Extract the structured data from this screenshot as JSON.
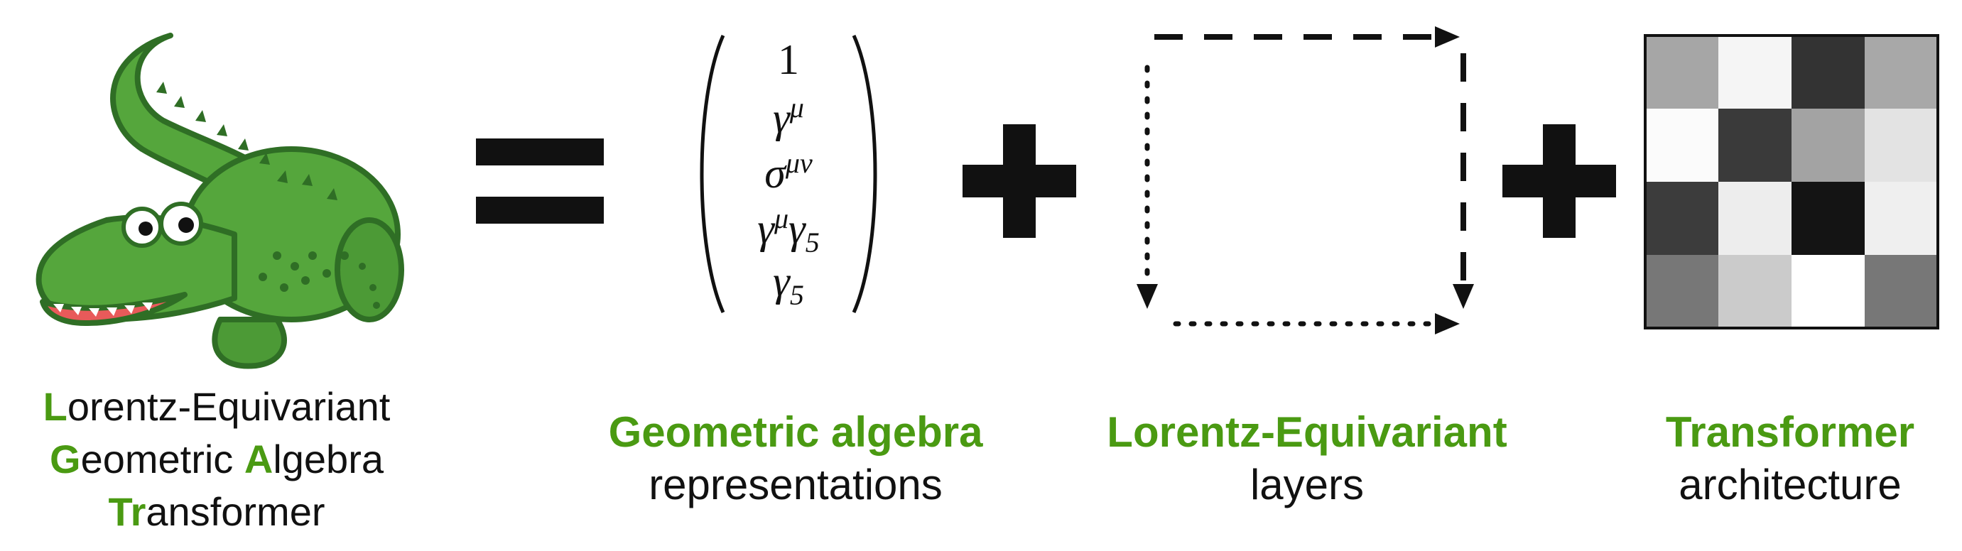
{
  "title": {
    "line1": {
      "initial": "L",
      "rest": "orentz-Equivariant"
    },
    "line2": {
      "initial1": "G",
      "mid": "eometric ",
      "initial2": "A",
      "rest": "lgebra"
    },
    "line3": {
      "initial": "Tr",
      "rest": "ansformer"
    }
  },
  "operators": {
    "equals": "=",
    "plus1": "+",
    "plus2": "+"
  },
  "matrix_entries": {
    "e1": "1",
    "e2_base": "γ",
    "e2_sup": "μ",
    "e3_base": "σ",
    "e3_sup": "μν",
    "e4_base1": "γ",
    "e4_sup": "μ",
    "e4_base2": "γ",
    "e4_sub": "5",
    "e5_base": "γ",
    "e5_sub": "5"
  },
  "captions": {
    "geom_green": "Geometric algebra",
    "geom_black": "representations",
    "lorentz_green": "Lorentz-Equivariant",
    "lorentz_black": "layers",
    "trans_green": "Transformer",
    "trans_black": "architecture"
  },
  "grid": {
    "cells": [
      [
        "#a6a6a6",
        "#f5f5f5",
        "#333333",
        "#a8a8a8"
      ],
      [
        "#fbfbfb",
        "#3a3a3a",
        "#a3a3a3",
        "#e3e3e3"
      ],
      [
        "#3c3c3c",
        "#ededed",
        "#141414",
        "#efefef"
      ],
      [
        "#777777",
        "#cbcbcb",
        "#ffffff",
        "#777777"
      ]
    ]
  },
  "colors": {
    "accent": "#4a9a12",
    "croc": "#52a33a",
    "croc_dark": "#2f6e25"
  }
}
